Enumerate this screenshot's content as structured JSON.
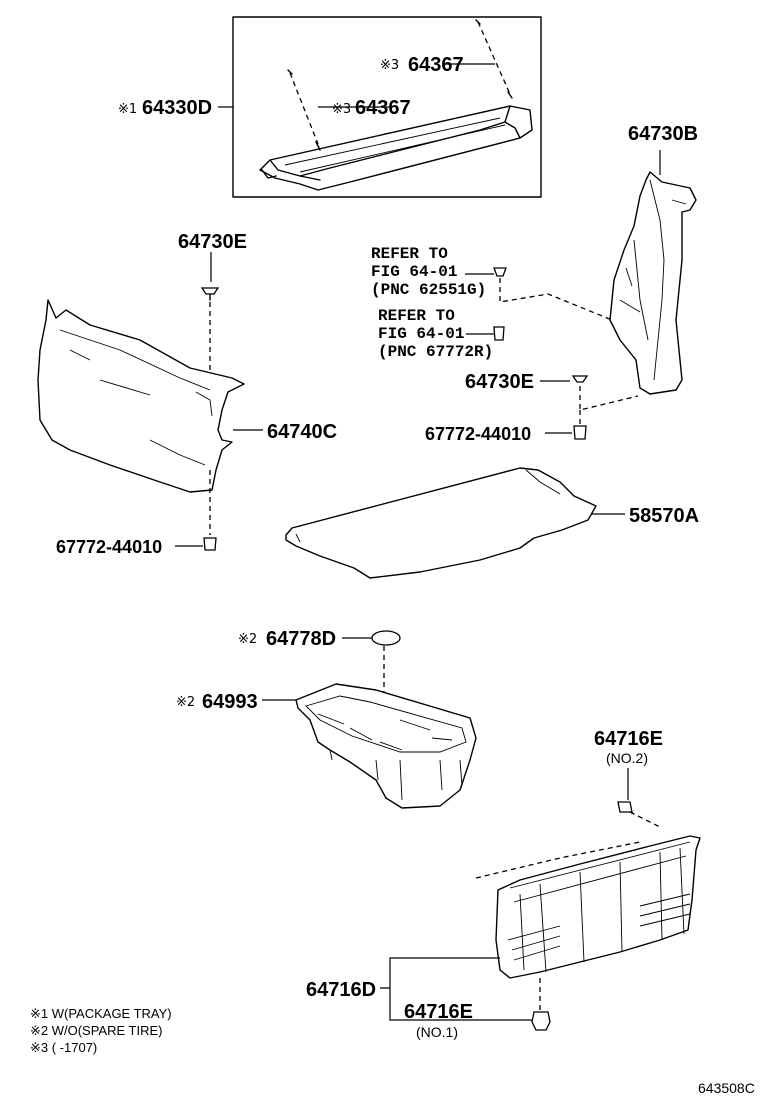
{
  "callouts": {
    "p64330D": {
      "mark": "※1",
      "num": "64330D"
    },
    "p64367_top": {
      "mark": "※3",
      "num": "64367"
    },
    "p64367_mid": {
      "mark": "※3",
      "num": "64367"
    },
    "p64730B": "64730B",
    "p64730E_left": "64730E",
    "p64730E_right": "64730E",
    "p64740C": "64740C",
    "p67772_left": "67772-44010",
    "p67772_right": "67772-44010",
    "p58570A": "58570A",
    "p64778D": {
      "mark": "※2",
      "num": "64778D"
    },
    "p64993": {
      "mark": "※2",
      "num": "64993"
    },
    "p64716E_top": {
      "num": "64716E",
      "sub": "(NO.2)"
    },
    "p64716E_bottom": {
      "num": "64716E",
      "sub": "(NO.1)"
    },
    "p64716D": "64716D"
  },
  "references": [
    {
      "line1": "REFER TO",
      "line2": "FIG 64-01",
      "line3": "(PNC 62551G)"
    },
    {
      "line1": "REFER TO",
      "line2": "FIG 64-01",
      "line3": "(PNC 67772R)"
    }
  ],
  "footnotes": [
    "※1 W(PACKAGE TRAY)",
    "※2 W/O(SPARE TIRE)",
    "※3 (        -1707)"
  ],
  "figure_code": "643508C"
}
